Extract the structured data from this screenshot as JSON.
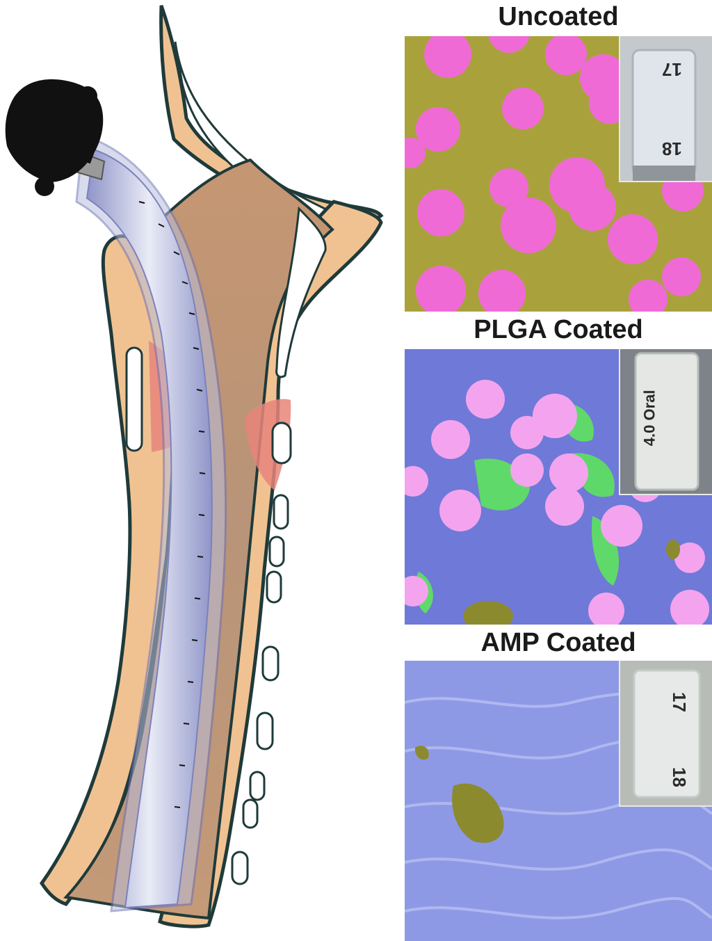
{
  "panels": [
    {
      "id": "uncoated",
      "title": "Uncoated",
      "inset_labels": [
        "17",
        "18"
      ]
    },
    {
      "id": "plga",
      "title": "PLGA Coated",
      "inset_labels": [
        "4.0 Oral"
      ]
    },
    {
      "id": "amp",
      "title": "AMP Coated",
      "inset_labels": [
        "17",
        "18"
      ]
    }
  ],
  "colors": {
    "tissue": "#f0c292",
    "tissue_outline": "#1f3a3a",
    "airway": "#c9a07a",
    "tube": "#b9bedc",
    "cartilage": "#ffffff",
    "vocal_fold": "#e8857a",
    "connector": "#111111",
    "uncoated_bg": "#a9a23c",
    "bacteria_pink": "#f06ad6",
    "plga_bg": "#6f79d8",
    "plga_green": "#5de35d",
    "amp_bg": "#8e99e6"
  }
}
